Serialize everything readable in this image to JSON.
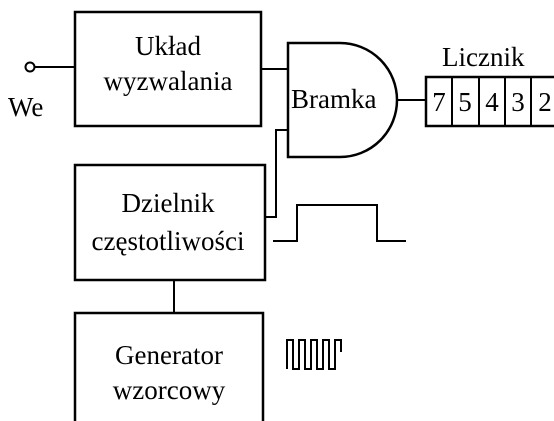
{
  "input_label": "We",
  "trigger_block": {
    "line1": "Układ",
    "line2": "wyzwalania"
  },
  "gate_block": {
    "label": "Bramka"
  },
  "counter": {
    "title": "Licznik",
    "digits": [
      "7",
      "5",
      "4",
      "3",
      "2"
    ]
  },
  "divider_block": {
    "line1": "Dzielnik",
    "line2": "częstotliwości"
  },
  "generator_block": {
    "line1": "Generator",
    "line2": "wzorcowy"
  },
  "colors": {
    "line": "#000000",
    "background": "#ffffff"
  }
}
